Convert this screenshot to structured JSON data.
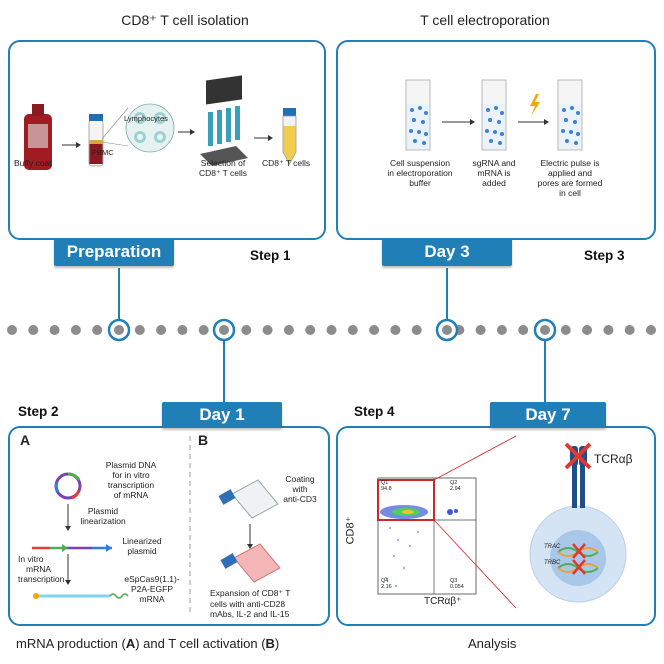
{
  "titles": {
    "isolation": "CD8⁺ T cell isolation",
    "electroporation": "T cell electroporation"
  },
  "tabs": {
    "preparation": "Preparation",
    "day3": "Day 3",
    "day1": "Day 1",
    "day7": "Day 7"
  },
  "steps": {
    "step1": "Step 1",
    "step2": "Step 2",
    "step3": "Step 3",
    "step4": "Step 4"
  },
  "isolation": {
    "buffy_coat": "Buffy coat",
    "pbmc": "PBMC",
    "lymphocytes": "Lymphocytes",
    "selection_l1": "Selection of",
    "selection_l2": "CD8⁺ T cells",
    "cd8_cells": "CD8⁺ T cells"
  },
  "electroporation": {
    "c1_l1": "Cell suspension",
    "c1_l2": "in electroporation",
    "c1_l3": "buffer",
    "c2_l1": "sgRNA and",
    "c2_l2": "mRNA is",
    "c2_l3": "added",
    "c3_l1": "Electric pulse is",
    "c3_l2": "applied and",
    "c3_l3": "pores are formed",
    "c3_l4": "in cell"
  },
  "panelA": {
    "label": "A",
    "plasmid_l1": "Plasmid DNA",
    "plasmid_l2": "for in vitro",
    "plasmid_l3": "transcription",
    "plasmid_l4": "of mRNA",
    "lin_l1": "Plasmid",
    "lin_l2": "linearization",
    "linplas_l1": "Linearized",
    "linplas_l2": "plasmid",
    "ivt_l1": "In vitro",
    "ivt_l2": "mRNA",
    "ivt_l3": "transcription",
    "mrna_l1": "eSpCas9(1.1)-",
    "mrna_l2": "P2A-EGFP",
    "mrna_l3": "mRNA"
  },
  "panelB": {
    "label": "B",
    "coat_l1": "Coating",
    "coat_l2": "with",
    "coat_l3": "anti-CD3",
    "exp_l1": "Expansion of CD8⁺ T",
    "exp_l2": "cells with anti-CD28",
    "exp_l3": "mAbs, IL-2 and IL-15"
  },
  "analysis": {
    "yaxis": "CD8⁺",
    "xaxis": "TCRαβ⁺",
    "q1": "Q1",
    "q1v": "94.8",
    "q2": "Q2",
    "q2v": "2.94",
    "q3": "Q3",
    "q3v": "0.054",
    "q4": "Q4",
    "q4v": "2.16",
    "tcr": "TCRαβ",
    "trac": "TRAC",
    "trbc": "TRBC"
  },
  "bottom": {
    "left_pre": "mRNA production (",
    "left_a": "A",
    "left_mid": ") and T cell activation (",
    "left_b": "B",
    "left_post": ")",
    "right": "Analysis"
  },
  "colors": {
    "accent": "#1f7fb6",
    "timeline_dot": "#8c8c8c",
    "cross": "#e03a2f"
  }
}
